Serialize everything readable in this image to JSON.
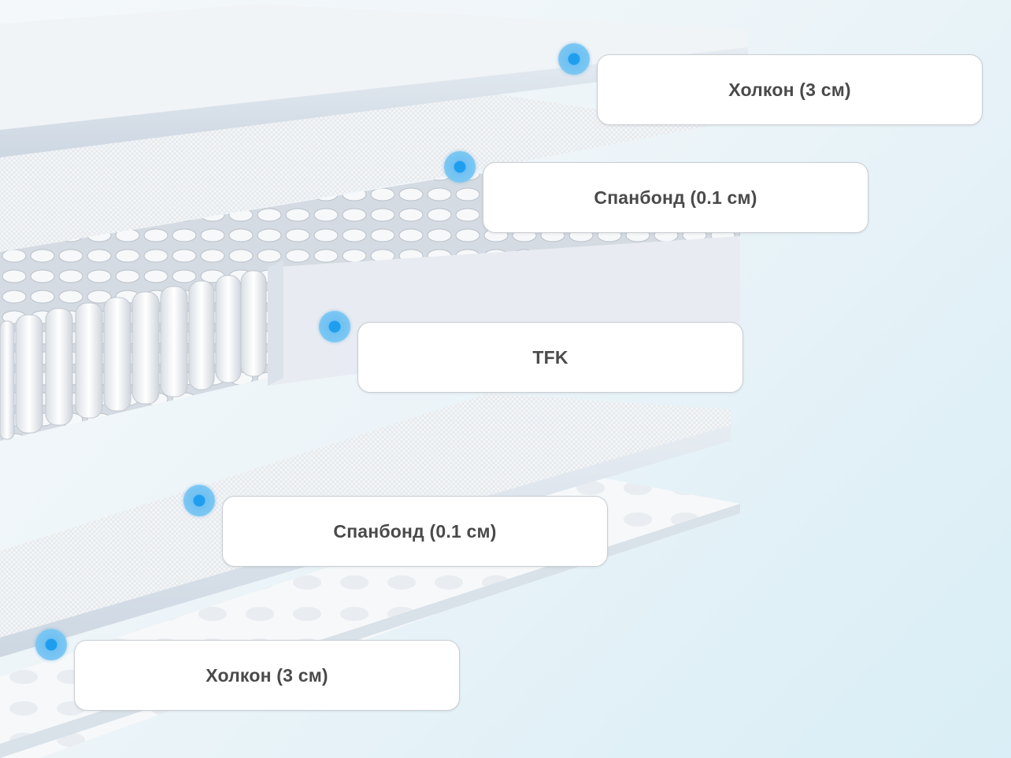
{
  "layers": [
    {
      "label": "Холкон (3 см)"
    },
    {
      "label": "Спанбонд (0.1 см)"
    },
    {
      "label": "TFK"
    },
    {
      "label": "Спанбонд (0.1 см)"
    },
    {
      "label": "Холкон (3 см)"
    }
  ],
  "colors": {
    "marker": "#1f9ef0",
    "marker_halo": "#86cdf4",
    "label_text": "#4a4a4a",
    "label_border": "#c9ced3"
  },
  "icons": [
    "layer-marker-icon"
  ]
}
